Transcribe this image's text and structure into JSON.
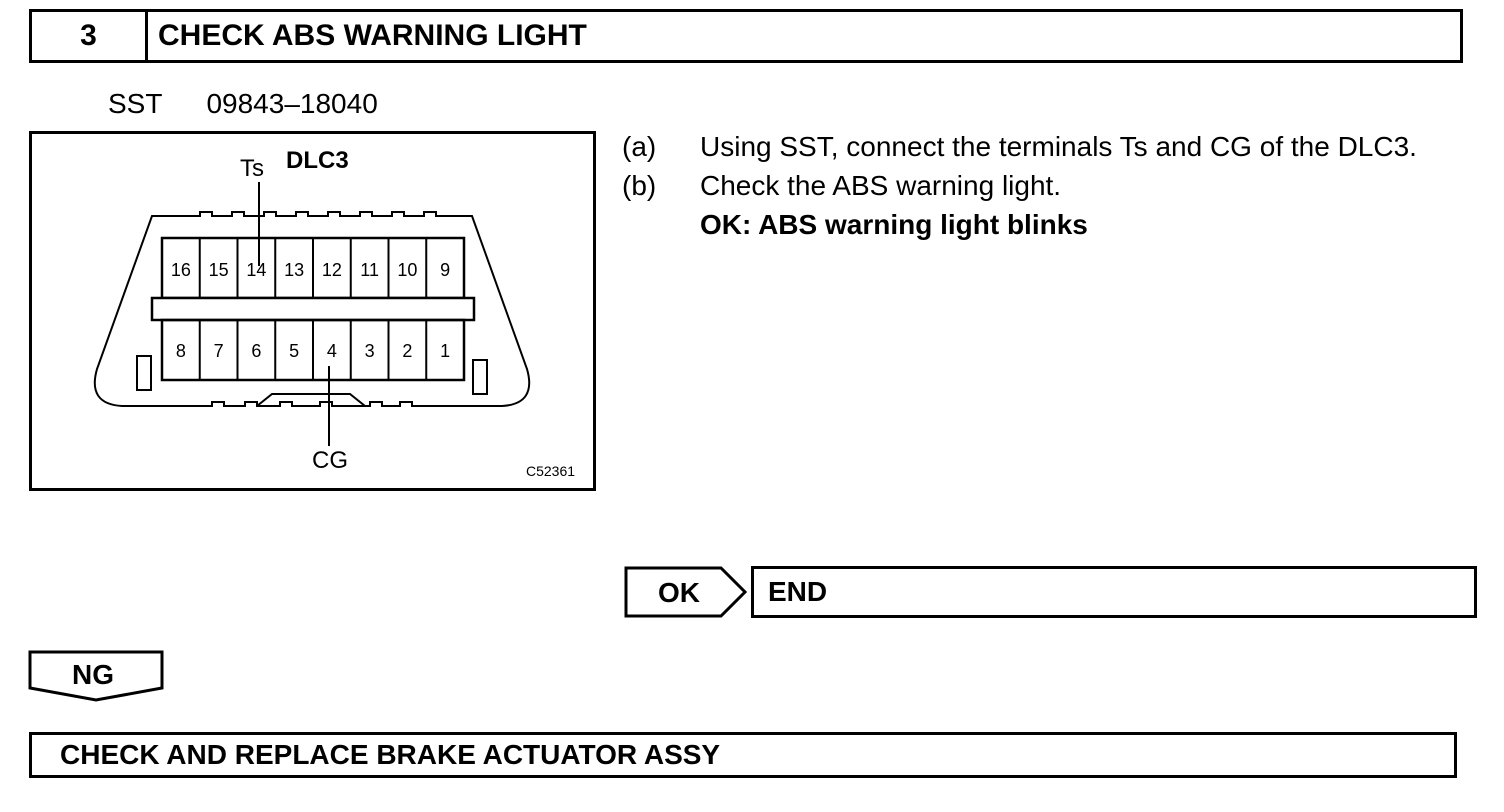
{
  "step": {
    "number": "3",
    "title": "CHECK ABS WARNING LIGHT"
  },
  "sst": {
    "label": "SST",
    "part_number": "09843–18040"
  },
  "figure": {
    "connector_name": "DLC3",
    "label_ts": "Ts",
    "label_cg": "CG",
    "figure_code": "C52361",
    "top_row_pins": [
      "16",
      "15",
      "14",
      "13",
      "12",
      "11",
      "10",
      "9"
    ],
    "bottom_row_pins": [
      "8",
      "7",
      "6",
      "5",
      "4",
      "3",
      "2",
      "1"
    ]
  },
  "instructions": {
    "a_marker": "(a)",
    "a_text": "Using SST, connect the terminals Ts and CG of the DLC3.",
    "b_marker": "(b)",
    "b_text": "Check the ABS warning light.",
    "ok_condition": "OK: ABS warning light blinks"
  },
  "ok_branch": {
    "label": "OK",
    "result": "END"
  },
  "ng_branch": {
    "label": "NG",
    "result": "CHECK AND REPLACE BRAKE ACTUATOR ASSY"
  }
}
